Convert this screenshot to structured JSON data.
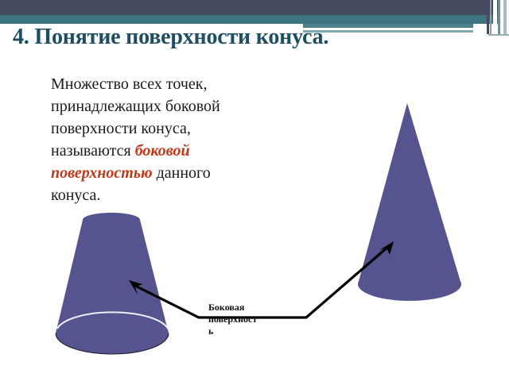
{
  "slide": {
    "title": "4. Понятие поверхности конуса.",
    "body": {
      "lead": " Множество всех точек, принадлежащих боковой поверхности конуса, называются ",
      "emphasis": "боковой поверхностью",
      "tail": " данного конуса."
    },
    "callout": {
      "line1": "Боковая",
      "line2": "поверхност",
      "line3": "ь"
    },
    "figures": {
      "frustum_label": "truncated-cone-frustum",
      "cone_label": "cone"
    },
    "colors": {
      "header_dark": "#454A5E",
      "header_teal": "#3C7480",
      "title_text": "#1F4E63",
      "emphasis_text": "#C0391A",
      "shape_fill": "#56548E",
      "shape_edge": "#E8E8F2",
      "arrow": "#000000",
      "background": "#FFFFFF"
    }
  }
}
